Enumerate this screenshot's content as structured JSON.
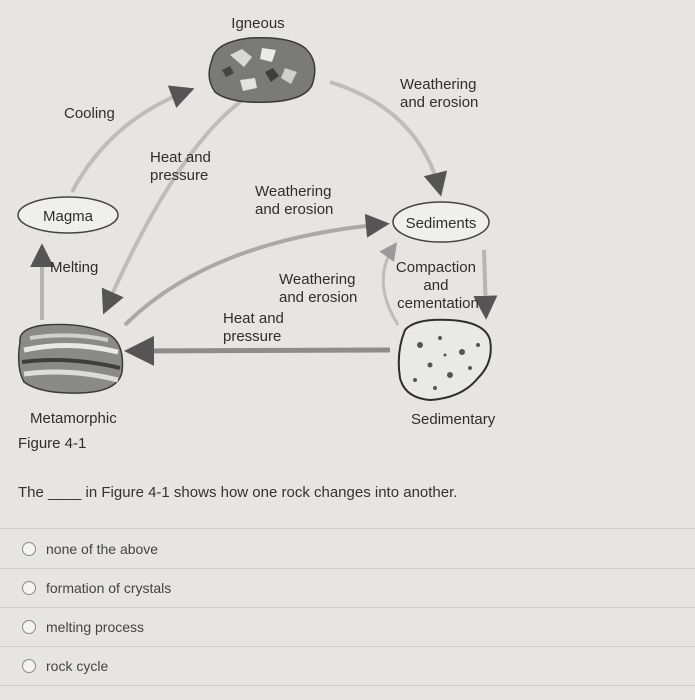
{
  "diagram": {
    "labels": {
      "igneous": "Igneous",
      "weathering_erosion_1": [
        "Weathering",
        "and erosion"
      ],
      "cooling": "Cooling",
      "heat_pressure_1": [
        "Heat and",
        "pressure"
      ],
      "weathering_erosion_2": [
        "Weathering",
        "and erosion"
      ],
      "magma": "Magma",
      "sediments": "Sediments",
      "melting": "Melting",
      "weathering_erosion_3": [
        "Weathering",
        "and erosion"
      ],
      "compaction": [
        "Compaction",
        "and",
        "cementation"
      ],
      "heat_pressure_2": [
        "Heat and",
        "pressure"
      ],
      "metamorphic": "Metamorphic",
      "sedimentary": "Sedimentary"
    },
    "caption": "Figure 4-1"
  },
  "question": {
    "text": "The ____ in Figure 4-1 shows how one rock changes into another."
  },
  "options": [
    {
      "label": "none of the above"
    },
    {
      "label": "formation of crystals"
    },
    {
      "label": "melting process"
    },
    {
      "label": "rock cycle"
    }
  ]
}
